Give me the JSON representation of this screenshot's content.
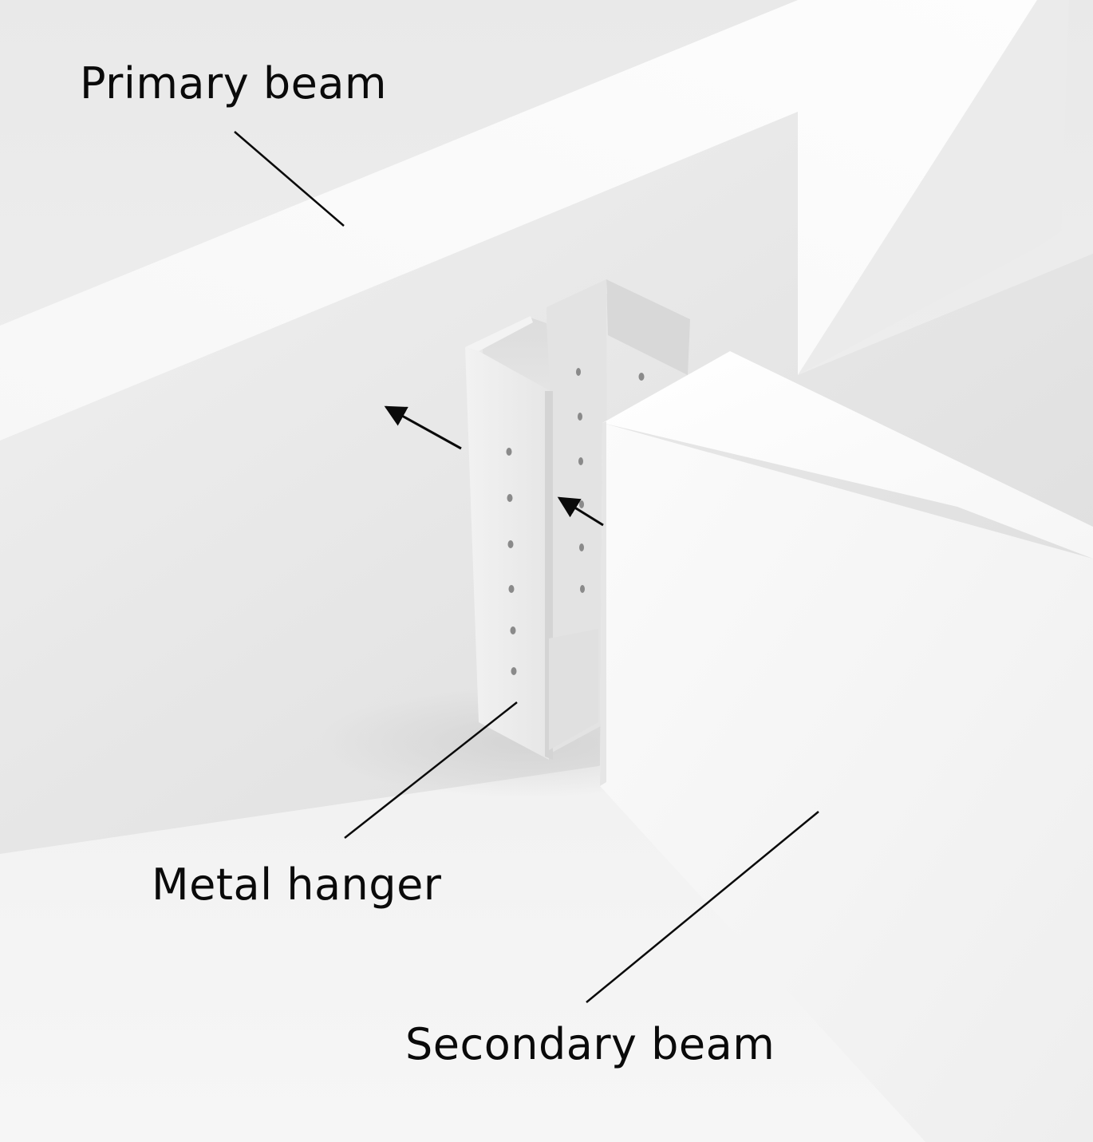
{
  "labels": {
    "primary_beam": "Primary beam",
    "metal_hanger": "Metal hanger",
    "secondary_beam": "Secondary beam"
  },
  "colors": {
    "background": "#ffffff",
    "leader_line": "#0a0a0a",
    "arrow": "#0a0a0a",
    "bolt_hole": "#8a8a8a"
  }
}
